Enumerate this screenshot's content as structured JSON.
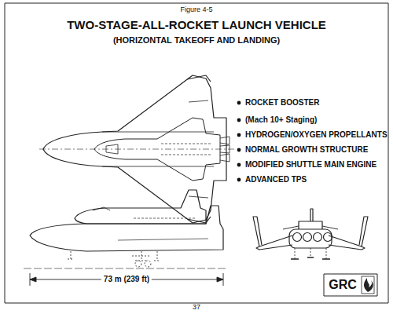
{
  "diagram": {
    "title": "TWO-STAGE-ALL-ROCKET LAUNCH VEHICLE",
    "labels": [
      "Figure 4-5",
      "(HORIZONTAL TAKEOFF AND LANDING)",
      "ROCKET BOOSTER",
      "(Mach 10+ Staging)",
      "HYDROGEN/OXYGEN PROPELLANTS",
      "NORMAL GROWTH STRUCTURE",
      "MODIFIED SHUTTLE MAIN ENGINE",
      "ADVANCED TPS",
      "73 m (239 ft)",
      "GRC",
      "37"
    ]
  }
}
